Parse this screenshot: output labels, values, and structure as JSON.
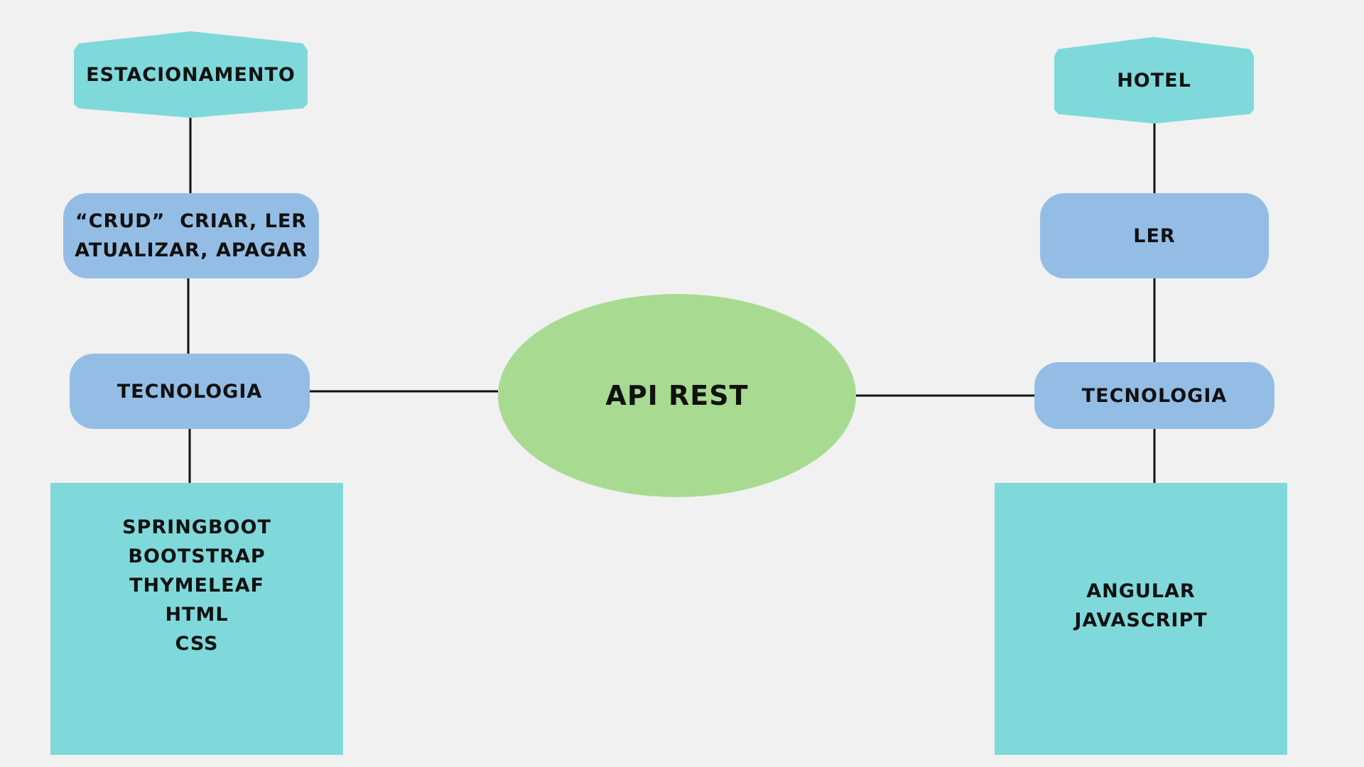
{
  "diagram": {
    "center": {
      "label": "API REST"
    },
    "left": {
      "title": "ESTACIONAMENTO",
      "operations": [
        "“CRUD”  CRIAR, LER",
        "ATUALIZAR, APAGAR"
      ],
      "technology_label": "TECNOLOGIA",
      "technologies": [
        "SPRINGBOOT",
        "BOOTSTRAP",
        "THYMELEAF",
        "HTML",
        "CSS"
      ]
    },
    "right": {
      "title": "HOTEL",
      "operations": [
        "LER"
      ],
      "technology_label": "TECNOLOGIA",
      "technologies": [
        "ANGULAR",
        "JAVASCRIPT"
      ]
    },
    "colors": {
      "background": "#f1f1f1",
      "title_fill": "#7fd9db",
      "pill_fill": "#94bde6",
      "center_fill": "#a8db91",
      "tech_box_fill": "#7fd9db",
      "connector": "#111111"
    }
  }
}
